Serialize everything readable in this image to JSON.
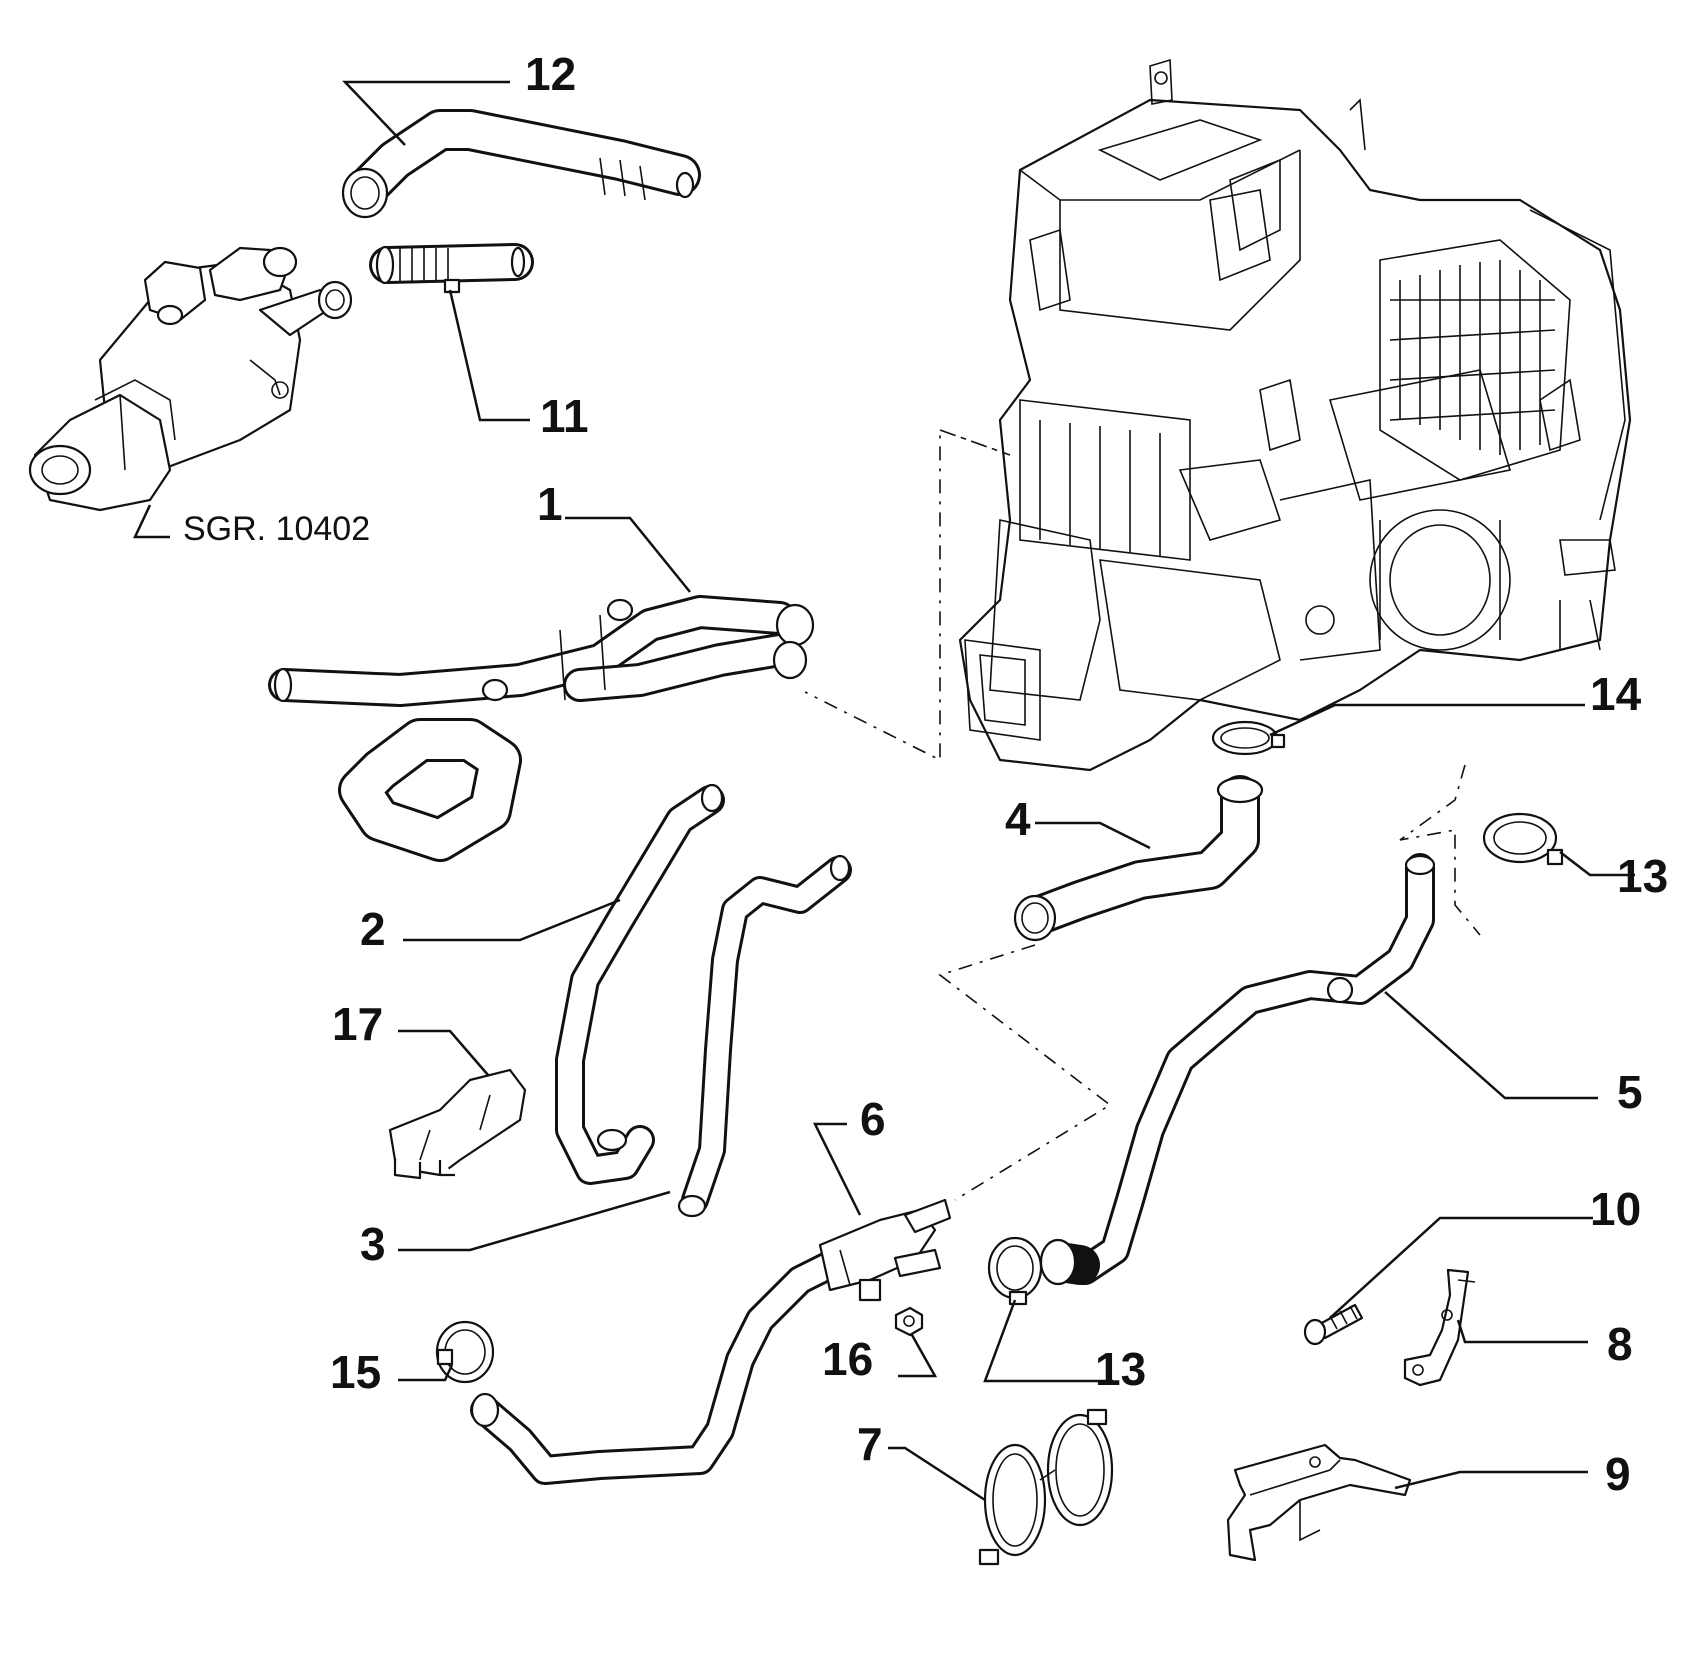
{
  "reference": "SGR. 10402",
  "callouts": [
    "1",
    "2",
    "3",
    "4",
    "5",
    "6",
    "7",
    "8",
    "9",
    "10",
    "11",
    "12",
    "13",
    "13",
    "14",
    "15",
    "16",
    "17"
  ]
}
